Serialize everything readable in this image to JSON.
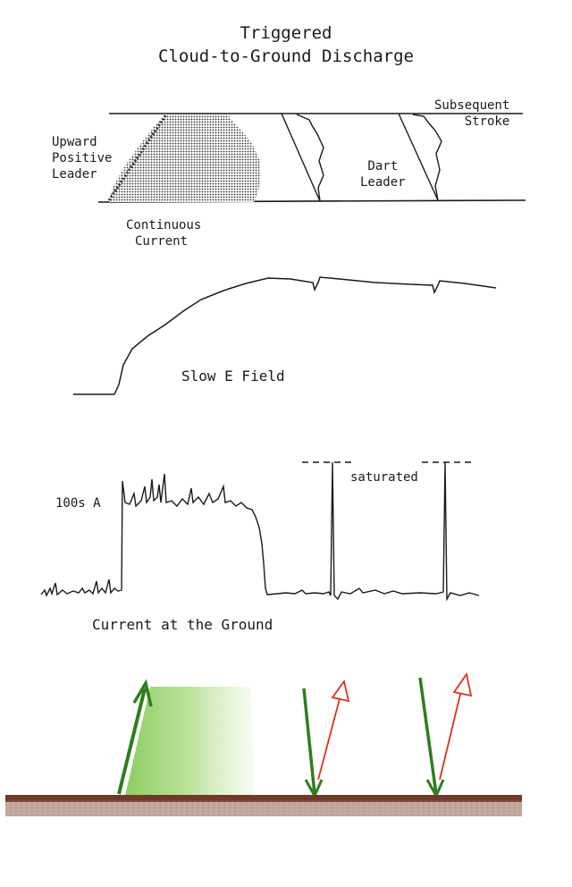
{
  "title": {
    "line1": "Triggered",
    "line2": "Cloud-to-Ground Discharge"
  },
  "diagram": {
    "upward_leader_lines": [
      "Upward",
      "Positive",
      "Leader"
    ],
    "continuous_current_lines": [
      "Continuous",
      "Current"
    ],
    "dart_leader_lines": [
      "Dart",
      "Leader"
    ],
    "subsequent_stroke_lines": [
      "Subsequent",
      "Stroke"
    ]
  },
  "efield": {
    "label": "Slow E Field"
  },
  "current": {
    "level_label": "100s A",
    "saturated_label": "saturated",
    "caption": "Current at the Ground"
  },
  "colors": {
    "ink": "#1a1a1a",
    "green": "#2f7d1e",
    "light_green": "#9bd46a",
    "red": "#e0301e",
    "ground": "#7a4a3a"
  }
}
